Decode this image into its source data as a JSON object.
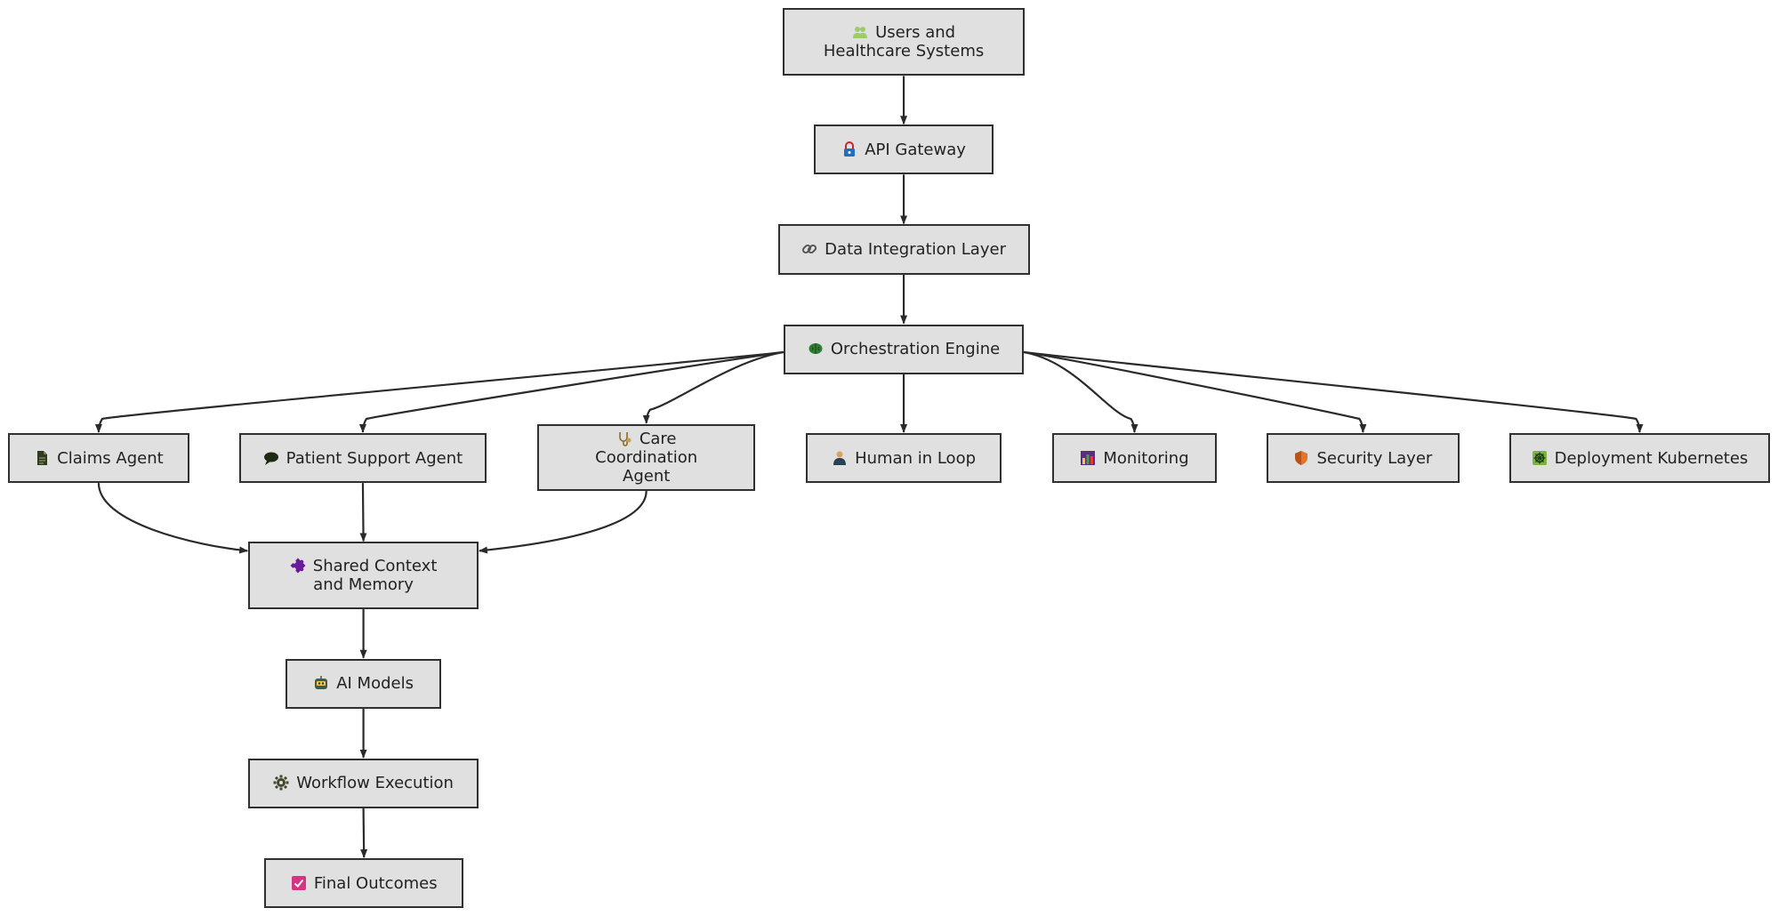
{
  "diagram": {
    "nodes": [
      {
        "id": "users",
        "label": "Users and Healthcare Systems",
        "icon": "people-icon",
        "icon_color": "#9ccc65"
      },
      {
        "id": "gateway",
        "label": "API Gateway",
        "icon": "lock-icon",
        "icon_color": "#1e6fbf"
      },
      {
        "id": "integration",
        "label": "Data Integration Layer",
        "icon": "link-icon",
        "icon_color": "#555555"
      },
      {
        "id": "orchestration",
        "label": "Orchestration Engine",
        "icon": "brain-icon",
        "icon_color": "#2e7d32"
      },
      {
        "id": "claims",
        "label": "Claims Agent",
        "icon": "document-icon",
        "icon_color": "#2e3b1f"
      },
      {
        "id": "patient",
        "label": "Patient Support Agent",
        "icon": "speech-bubble-icon",
        "icon_color": "#1f2a14"
      },
      {
        "id": "care",
        "label": "Care Coordination Agent",
        "icon": "stethoscope-icon",
        "icon_color": "#c8a24a"
      },
      {
        "id": "human",
        "label": "Human in Loop",
        "icon": "person-icon",
        "icon_color": "#2b3f55"
      },
      {
        "id": "monitoring",
        "label": "Monitoring",
        "icon": "bar-chart-icon",
        "icon_color": "#5a2d82"
      },
      {
        "id": "security",
        "label": "Security Layer",
        "icon": "shield-icon",
        "icon_color": "#e0762b"
      },
      {
        "id": "deployment",
        "label": "Deployment Kubernetes",
        "icon": "helm-icon",
        "icon_color": "#7cb342"
      },
      {
        "id": "shared",
        "label": "Shared Context and Memory",
        "icon": "puzzle-icon",
        "icon_color": "#6a1b9a"
      },
      {
        "id": "models",
        "label": "AI Models",
        "icon": "robot-icon",
        "icon_color": "#3b5e4a"
      },
      {
        "id": "workflow",
        "label": "Workflow Execution",
        "icon": "gear-icon",
        "icon_color": "#3e4a2a"
      },
      {
        "id": "outcomes",
        "label": "Final Outcomes",
        "icon": "checkbox-icon",
        "icon_color": "#d63384"
      }
    ],
    "edges": [
      {
        "from": "users",
        "to": "gateway"
      },
      {
        "from": "gateway",
        "to": "integration"
      },
      {
        "from": "integration",
        "to": "orchestration"
      },
      {
        "from": "orchestration",
        "to": "claims"
      },
      {
        "from": "orchestration",
        "to": "patient"
      },
      {
        "from": "orchestration",
        "to": "care"
      },
      {
        "from": "orchestration",
        "to": "human"
      },
      {
        "from": "orchestration",
        "to": "monitoring"
      },
      {
        "from": "orchestration",
        "to": "security"
      },
      {
        "from": "orchestration",
        "to": "deployment"
      },
      {
        "from": "claims",
        "to": "shared"
      },
      {
        "from": "patient",
        "to": "shared"
      },
      {
        "from": "care",
        "to": "shared"
      },
      {
        "from": "shared",
        "to": "models"
      },
      {
        "from": "models",
        "to": "workflow"
      },
      {
        "from": "workflow",
        "to": "outcomes"
      }
    ],
    "colors": {
      "node_fill": "#e0e0e0",
      "node_border": "#303030",
      "edge": "#2a2a2a",
      "background": "#ffffff"
    }
  }
}
